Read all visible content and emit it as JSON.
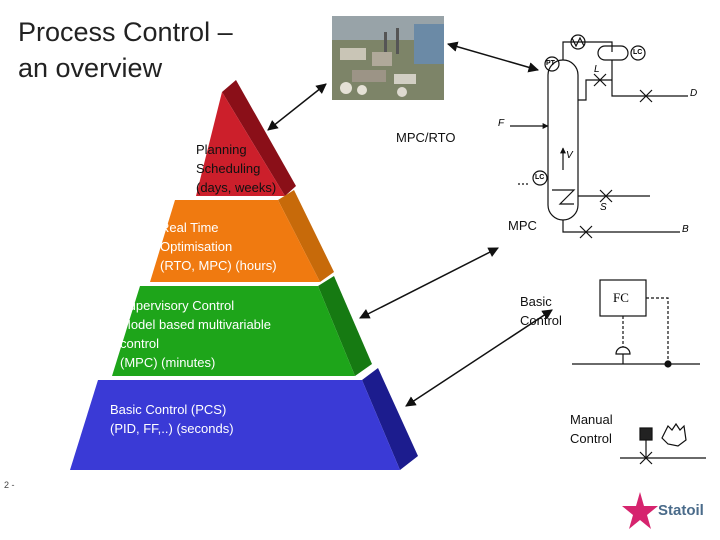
{
  "slide": {
    "title_line1": "Process Control –",
    "title_line2": "an overview",
    "page_number": "2 -"
  },
  "pyramid": {
    "levels": [
      {
        "label": "Planning\nScheduling\n(days, weeks)",
        "color": "#cc1f2b"
      },
      {
        "label": "Real Time\nOptimisation\n(RTO, MPC) (hours)",
        "color": "#f07a10"
      },
      {
        "label": "Supervisory Control\nModel based multivariable\ncontrol\n(MPC) (minutes)",
        "color": "#1ea51a"
      },
      {
        "label": "Basic Control (PCS)\n(PID, FF,..) (seconds)",
        "color": "#3a3ad6"
      }
    ]
  },
  "right_labels": {
    "mpc_rto": "MPC/RTO",
    "mpc": "MPC",
    "basic_control": "Basic\nControl",
    "manual_control": "Manual\nControl"
  },
  "process_diagram": {
    "tags": {
      "pt": "PT",
      "lc_top": "LC",
      "lc_bottom": "LC",
      "fc": "FC"
    },
    "streams": {
      "f": "F",
      "l": "L",
      "v": "V",
      "s": "S",
      "d": "D",
      "b": "B"
    }
  },
  "logo": {
    "name": "Statoil"
  }
}
